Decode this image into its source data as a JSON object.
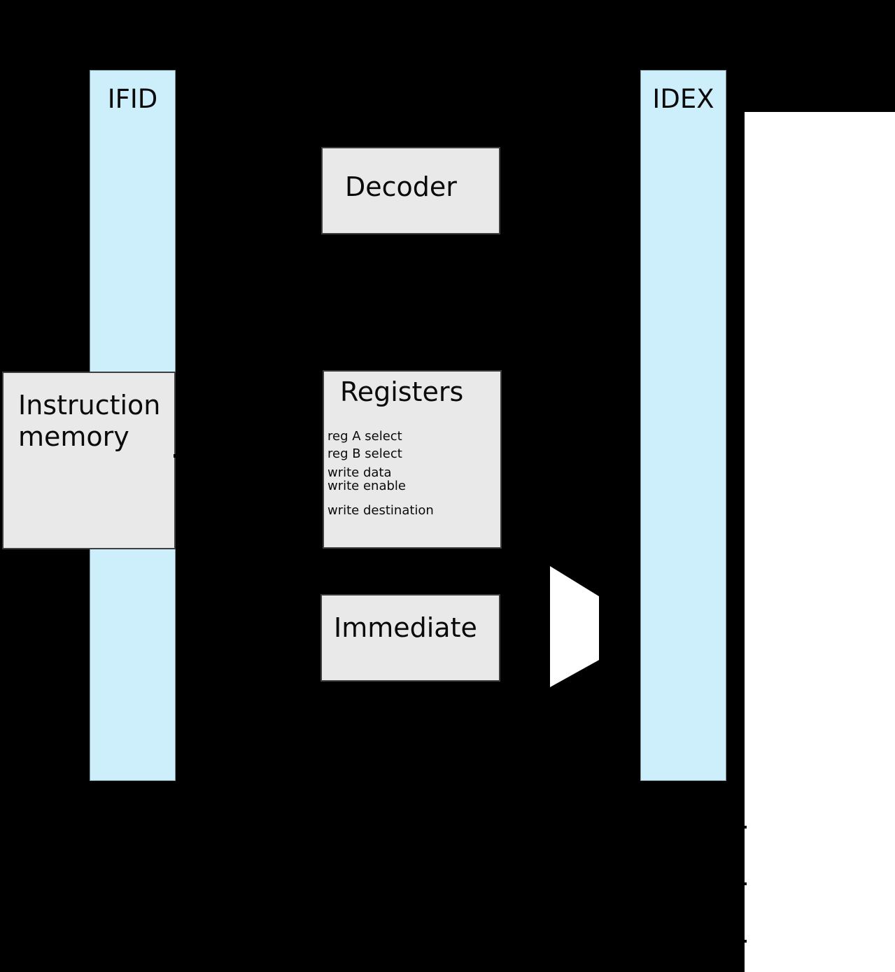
{
  "diagram": {
    "pipeline_registers": [
      {
        "id": "ifid",
        "label": "IFID"
      },
      {
        "id": "idex",
        "label": "IDEX"
      }
    ],
    "blocks": {
      "instruction_memory": {
        "title": "Instruction memory"
      },
      "decoder": {
        "title": "Decoder"
      },
      "registers": {
        "title": "Registers",
        "ports": [
          "reg A select",
          "reg B select",
          "write data",
          "write enable",
          "write destination"
        ]
      },
      "immediate": {
        "title": "Immediate"
      }
    },
    "shapes": {
      "mux": "2-to-1 multiplexer trapezoid"
    },
    "colors": {
      "background": "#000000",
      "pipeline_register_fill": "#cdeefb",
      "pipeline_register_border": "#7e929c",
      "block_fill": "#e9e9e9",
      "block_border": "#3e3e3e",
      "mux_fill": "#ffffff",
      "page_panel_fill": "#ffffff",
      "text": "#0a0a0a"
    }
  }
}
